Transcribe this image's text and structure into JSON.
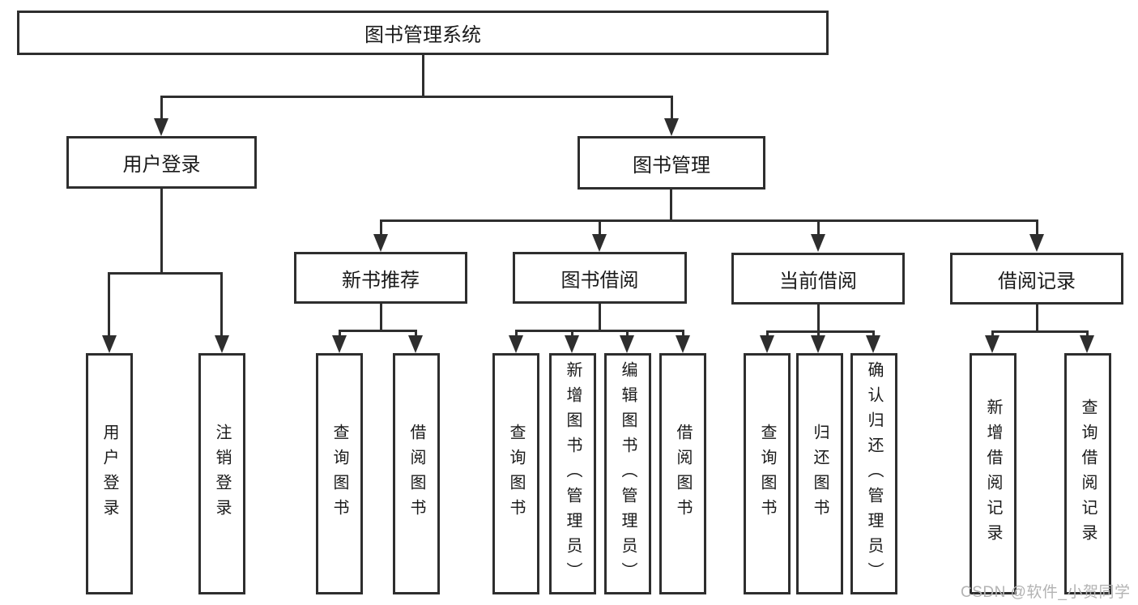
{
  "diagram": {
    "root_label": "图书管理系统",
    "branches": [
      {
        "label": "用户登录",
        "children": [
          "用户登录",
          "注销登录"
        ]
      },
      {
        "label": "图书管理",
        "sections": [
          {
            "label": "新书推荐",
            "children": [
              "查询图书",
              "借阅图书"
            ]
          },
          {
            "label": "图书借阅",
            "children": [
              "查询图书",
              "新增图书（管理员）",
              "编辑图书（管理员）",
              "借阅图书"
            ]
          },
          {
            "label": "当前借阅",
            "children": [
              "查询图书",
              "归还图书",
              "确认归还（管理员）"
            ]
          },
          {
            "label": "借阅记录",
            "children": [
              "新增借阅记录",
              "查询借阅记录"
            ]
          }
        ]
      }
    ]
  },
  "watermark": "CSDN @软件_小贺同学",
  "colors": {
    "line": "#2e2e2e",
    "text": "#1a1a1a",
    "watermark": "#b3b3b3",
    "background": "#ffffff"
  }
}
